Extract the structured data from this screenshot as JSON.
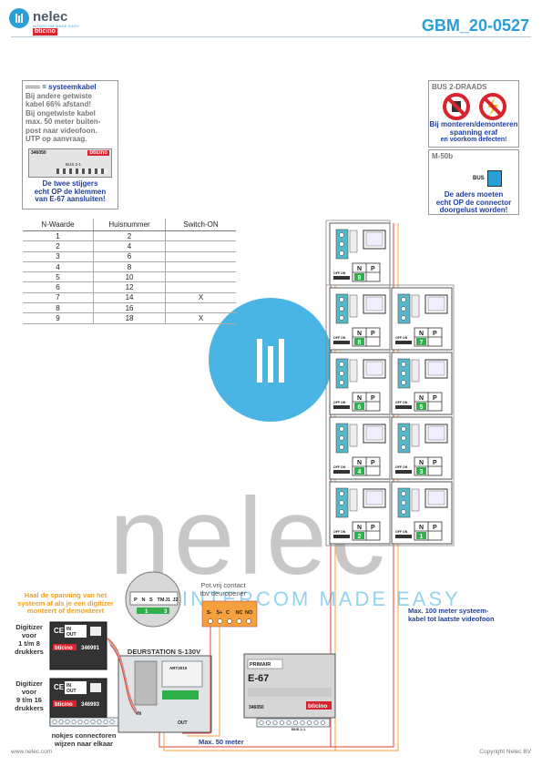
{
  "header": {
    "brand": "nelec",
    "tagline": "INTERCOM MADE EASY",
    "partner": "bticino",
    "doc_id": "GBM_20-0527"
  },
  "info_left": {
    "legend_line": "= systeemkabel",
    "lines": [
      "Bij andere getwiste",
      "kabel 66% afstand!",
      "Bij ongetwiste kabel",
      "max. 50 meter buiten-",
      "post naar videofoon.",
      "UTP op aanvraag."
    ],
    "module_code": "346050",
    "module_brand": "bticino",
    "module_terminals": "BUS 2-1",
    "note": [
      "De twee stijgers",
      "echt OP de klemmen",
      "van E-67 aansluiten!"
    ]
  },
  "info_right": {
    "title": "BUS 2-DRAADS",
    "warning": [
      "Bij monteren/demonteren",
      "spanning eraf",
      "en voorkom defecten!"
    ],
    "m50_title": "M-50b",
    "m50_bus": "BUS",
    "m50_note": [
      "De aders moeten",
      "echt OP de connector",
      "doorgelust worden!"
    ]
  },
  "table": {
    "headers": [
      "N-Waarde",
      "Huisnummer",
      "Switch-ON"
    ],
    "rows": [
      [
        "1",
        "2",
        ""
      ],
      [
        "2",
        "4",
        ""
      ],
      [
        "3",
        "6",
        ""
      ],
      [
        "4",
        "8",
        ""
      ],
      [
        "5",
        "10",
        ""
      ],
      [
        "6",
        "12",
        ""
      ],
      [
        "7",
        "14",
        "X"
      ],
      [
        "8",
        "16",
        ""
      ],
      [
        "9",
        "18",
        "X"
      ]
    ]
  },
  "phones": {
    "left": [
      "9",
      "8",
      "6",
      "4",
      "2"
    ],
    "right": [
      "7",
      "5",
      "3",
      "1"
    ],
    "np": [
      "N",
      "P"
    ],
    "offon": "OFF ON"
  },
  "watermark": {
    "text": "nelec",
    "tagline": "INTERCOM MADE EASY"
  },
  "bottom": {
    "left_note": [
      "Haal de spanning van het",
      "systeem af als je een digitizer",
      "monteert of demonteert"
    ],
    "digitizer1": [
      "Digitizer",
      "voor",
      "1 t/m 8",
      "drukkers"
    ],
    "digitizer1_code": "346991",
    "digitizer2": [
      "Digitizer",
      "voor",
      "9 t/m 16",
      "drukkers"
    ],
    "digitizer2_code": "346993",
    "digi_in": "IN",
    "digi_out": "OUT",
    "connector_pins": [
      "P",
      "N",
      "S",
      "TM",
      "J1",
      "J2"
    ],
    "connector_num1": "1",
    "connector_num3": "3",
    "contact_title": [
      "Pot.vrij contact",
      "tbv deuropener"
    ],
    "contact_terminals": [
      "S-",
      "S+",
      "C",
      "NC",
      "NO"
    ],
    "station_label": "DEURSTATION S-130V",
    "station_code": "ART3010",
    "station_in": "IN",
    "station_out": "OUT",
    "connectors_note": [
      "nokjes connectoren",
      "wijzen naar elkaar"
    ],
    "max50": "Max. 50 meter",
    "max100": [
      "Max. 100 meter systeem-",
      "kabel tot laatste videofoon"
    ],
    "e67_title": "E-67",
    "e67_primair": "PRIMAIR",
    "e67_code": "346050",
    "e67_brand": "bticino",
    "e67_terminals": "BUS 2-1"
  },
  "footer": {
    "left": "www.nelec.com",
    "right": "Copyright Nelec BV"
  },
  "colors": {
    "accent": "#2a9fd6",
    "note_blue": "#1f3f9b",
    "note_orange": "#f0a020",
    "wire_red": "#e0403a",
    "wire_orange": "#f5a03c",
    "phone_green": "#2fb04a",
    "brand_red": "#d9232d"
  }
}
